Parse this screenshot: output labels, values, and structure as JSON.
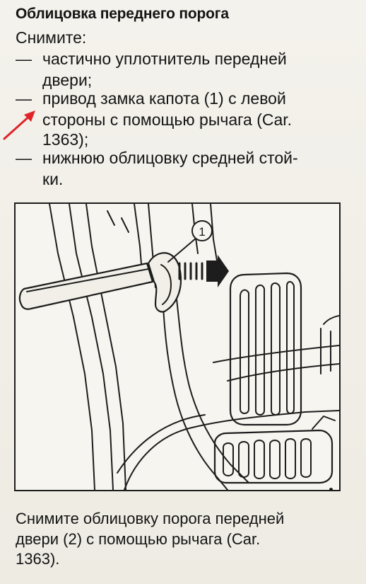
{
  "document": {
    "title": "Облицовка переднего порога",
    "intro": "Снимите:",
    "items": [
      {
        "bullet": "—",
        "lines": [
          "частично уплотнитель передней",
          "двери;"
        ]
      },
      {
        "bullet": "—",
        "lines": [
          "привод замка капота (1) с левой",
          "стороны с помощью рычага (Car.",
          "1363);"
        ]
      },
      {
        "bullet": "—",
        "lines": [
          "нижнюю облицовку средней стой-",
          "ки."
        ]
      }
    ],
    "figure": {
      "callout": "1"
    },
    "caption_lines": [
      "Снимите облицовку порога передней",
      "двери (2) с помощью рычага (Car.",
      "1363)."
    ]
  },
  "colors": {
    "text": "#141414",
    "arrow": "#e0242a",
    "line_art": "#1d1d1d"
  }
}
